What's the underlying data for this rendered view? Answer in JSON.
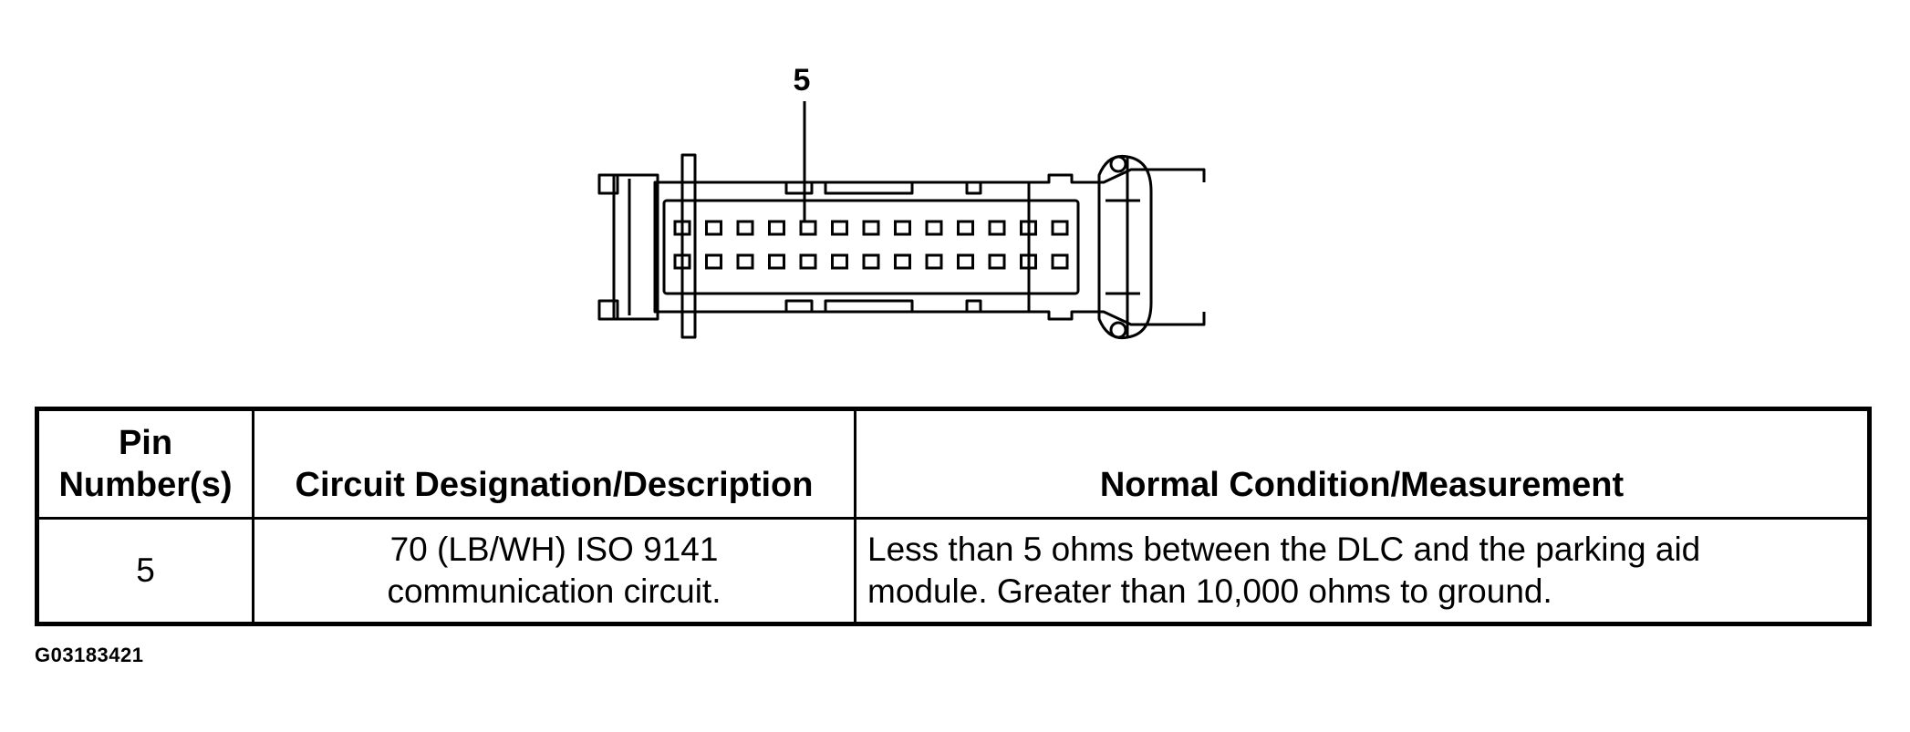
{
  "diagram": {
    "callout_label": "5",
    "pin_rows": 2,
    "pins_per_row": 13
  },
  "table": {
    "headers": {
      "pin": "Pin\nNumber(s)",
      "circuit": "Circuit Designation/Description",
      "condition": "Normal Condition/Measurement"
    },
    "rows": [
      {
        "pin": "5",
        "circuit": "70 (LB/WH) ISO 9141\ncommunication circuit.",
        "condition": "Less than 5 ohms between the DLC and the parking aid\nmodule. Greater than 10,000 ohms to ground."
      }
    ]
  },
  "figure_code": "G03183421"
}
